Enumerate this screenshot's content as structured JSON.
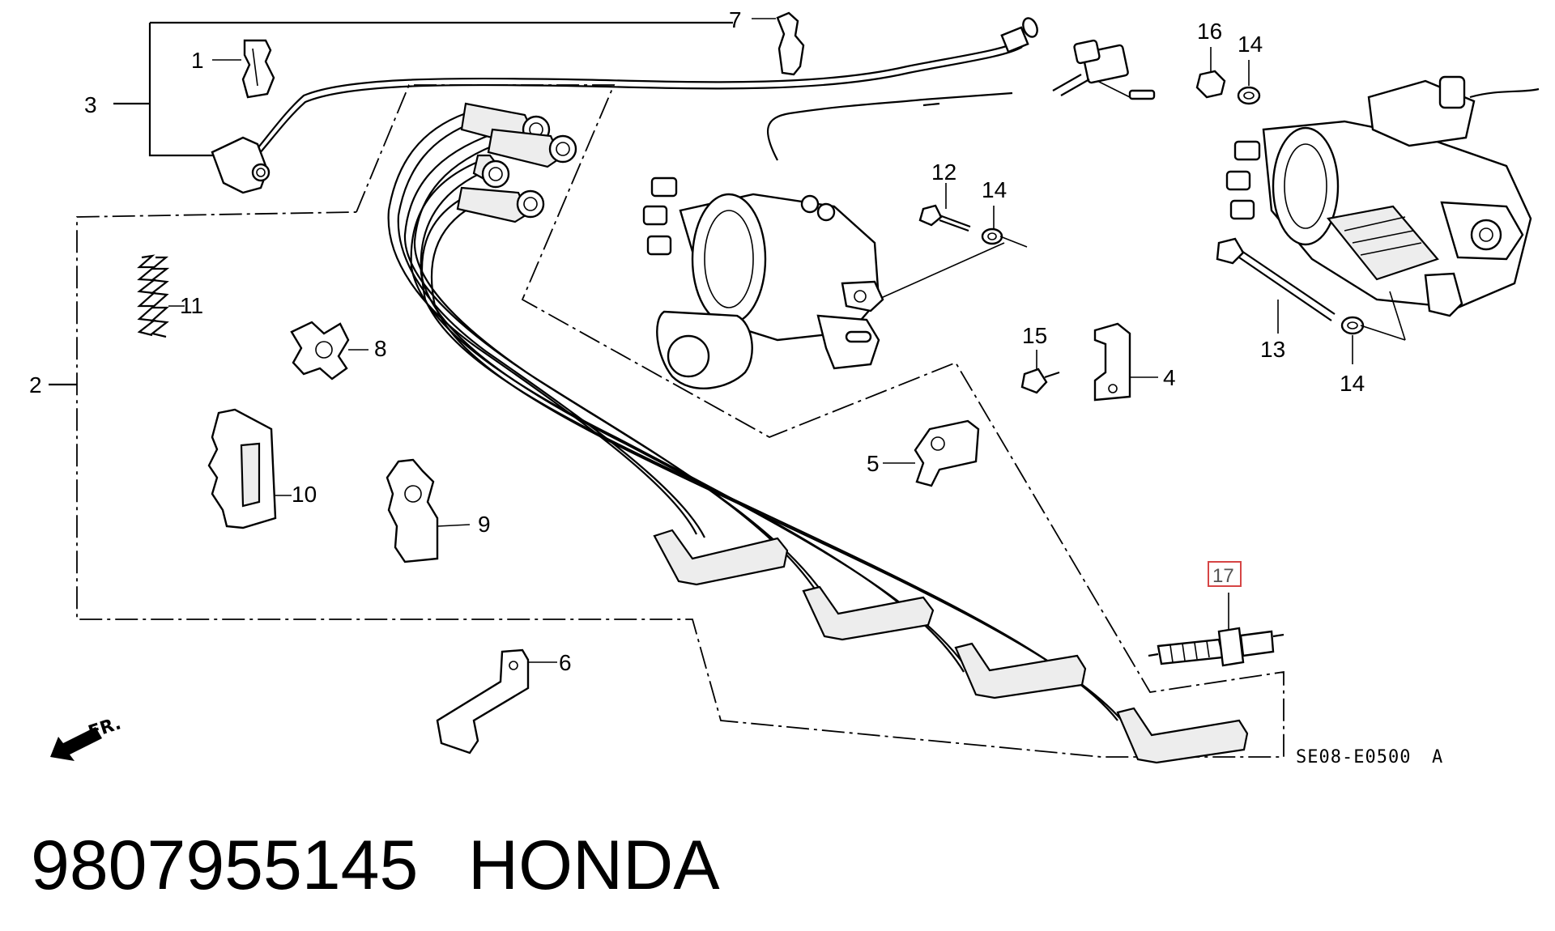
{
  "callouts": {
    "c1": "1",
    "c2": "2",
    "c3": "3",
    "c4": "4",
    "c5": "5",
    "c6": "6",
    "c7": "7",
    "c8": "8",
    "c9": "9",
    "c10": "10",
    "c11": "11",
    "c12": "12",
    "c13": "13",
    "c14a": "14",
    "c14b": "14",
    "c14c": "14",
    "c15": "15",
    "c16": "16",
    "c17": "17"
  },
  "diagram_code": "SE08-E0500",
  "diagram_revision": "A",
  "front_indicator": "FR.",
  "footer": {
    "part_number": "9807955145",
    "brand": "HONDA"
  },
  "highlight_color": "#d64545"
}
